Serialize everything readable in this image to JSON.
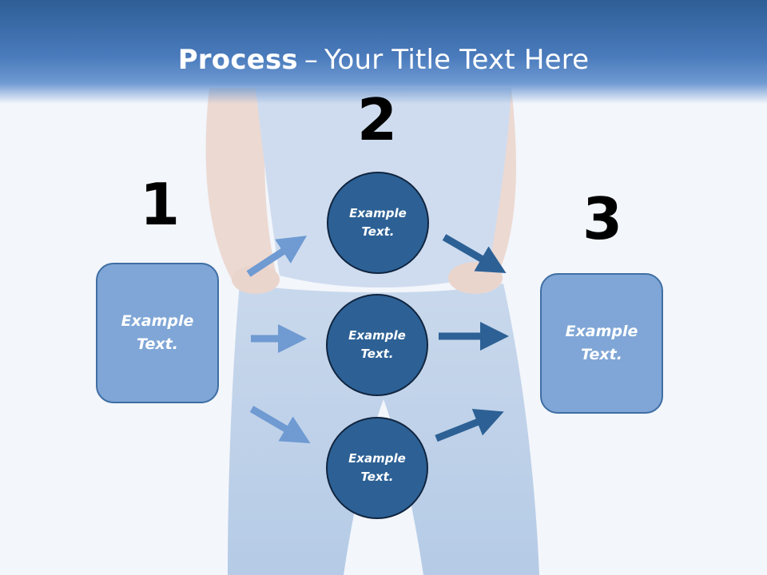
{
  "title": {
    "bold": "Process",
    "dash": "–",
    "rest": "Your Title Text Here"
  },
  "steps": [
    {
      "number": "1",
      "text": [
        "Example",
        "Text."
      ]
    },
    {
      "number": "2",
      "circles": [
        {
          "text": [
            "Example",
            "Text."
          ]
        },
        {
          "text": [
            "Example",
            "Text."
          ]
        },
        {
          "text": [
            "Example",
            "Text."
          ]
        }
      ]
    },
    {
      "number": "3",
      "text": [
        "Example",
        "Text."
      ]
    }
  ],
  "colors": {
    "header": "#3a6aa8",
    "box_fill": "#7fa6d6",
    "circle_fill": "#2d6195",
    "arrow_light": "#6f9ad2",
    "arrow_dark": "#2d6195"
  }
}
